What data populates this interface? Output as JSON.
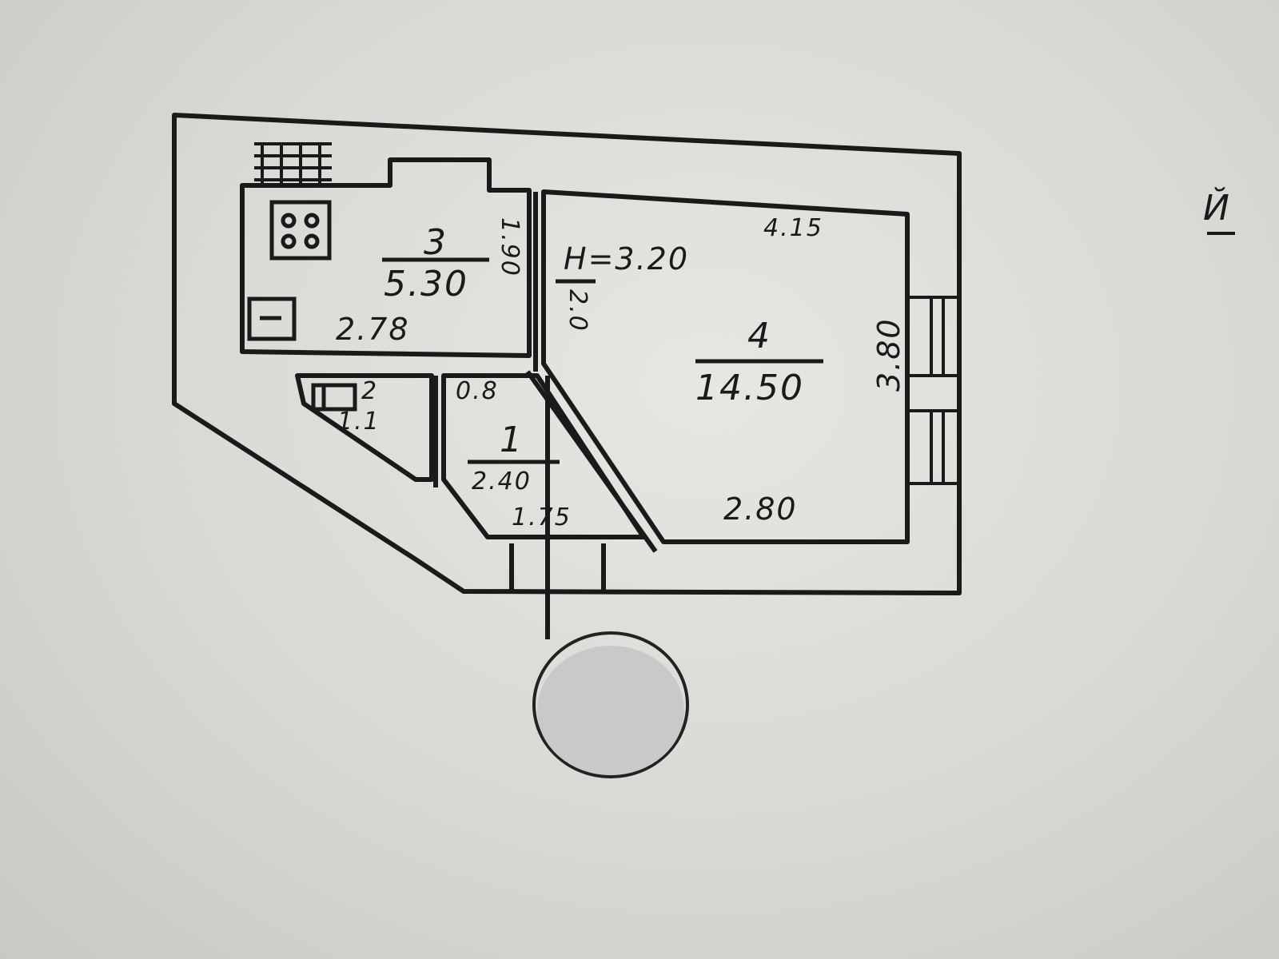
{
  "document": {
    "type": "floor-plan",
    "ceiling_height_label": "H=3.20",
    "corner_mark": "Й"
  },
  "rooms": [
    {
      "number": "1",
      "area": "2.40",
      "dimension": "1.75"
    },
    {
      "number": "2",
      "area": "1.1",
      "dimension": "0.8"
    },
    {
      "number": "3",
      "area": "5.30",
      "dimension": "2.78",
      "side_dimension": "1.90"
    },
    {
      "number": "4",
      "area": "14.50",
      "dimension_top": "4.15",
      "dimension_bottom": "2.80",
      "dimension_right": "3.80",
      "dimension_left": "2.0"
    }
  ],
  "symbols": {
    "stove": "stove-icon",
    "sink": "sink-icon",
    "bath": "bath-icon",
    "windows": "window-icon",
    "redacted_stamp": "redacted-circle"
  },
  "colors": {
    "ink": "#1a1a1a",
    "paper": "#dcddd9",
    "redaction": "#c9c9c9"
  }
}
